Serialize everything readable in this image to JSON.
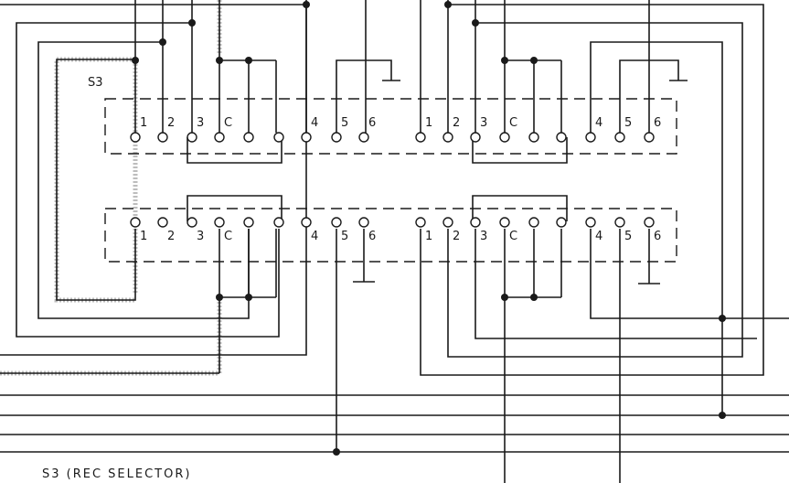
{
  "switch": {
    "ref": "S3",
    "caption": "S3 (REC SELECTOR)"
  },
  "banks": {
    "upper_left": [
      "1",
      "2",
      "3",
      "C",
      "",
      "",
      "4",
      "5",
      "6"
    ],
    "upper_right": [
      "1",
      "2",
      "3",
      "C",
      "",
      "",
      "4",
      "5",
      "6"
    ],
    "lower_left": [
      "1",
      "2",
      "3",
      "C",
      "",
      "",
      "4",
      "5",
      "6"
    ],
    "lower_right": [
      "1",
      "2",
      "3",
      "C",
      "",
      "",
      "4",
      "5",
      "6"
    ]
  },
  "colors": {
    "ink": "#1a1a1a",
    "shading": "#bdbdbd",
    "paper": "#ffffff"
  }
}
